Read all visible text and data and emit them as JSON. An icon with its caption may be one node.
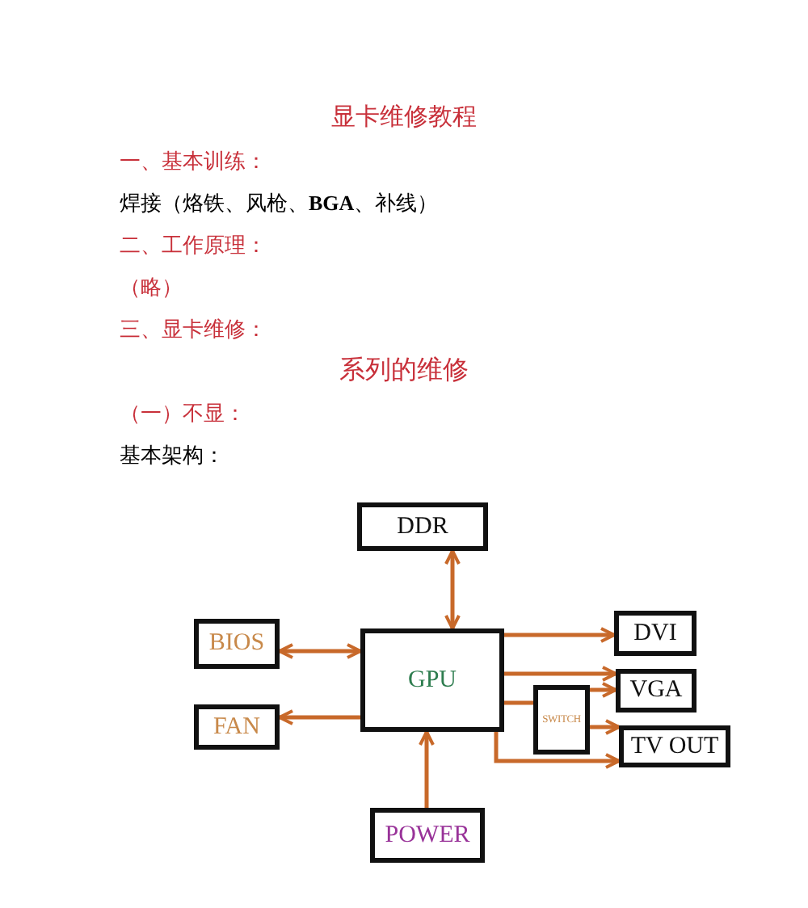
{
  "diagram": {
    "title": "显卡维修教程",
    "nodes": [
      {
        "text": [
          "DDR"
        ]
      },
      {
        "text": [
          "BIOS"
        ]
      },
      {
        "text": [
          "GPU"
        ]
      },
      {
        "text": [
          "DVI"
        ]
      },
      {
        "text": [
          "VGA"
        ]
      },
      {
        "text": [
          "FAN"
        ]
      },
      {
        "text": [
          "SWITCH"
        ]
      },
      {
        "text": [
          "TV OUT"
        ]
      },
      {
        "text": [
          "POWER"
        ]
      }
    ],
    "edges": [
      {
        "from": 0,
        "to": 2,
        "arrow": "both"
      },
      {
        "from": 1,
        "to": 2,
        "arrow": "both"
      },
      {
        "from": 2,
        "to": 5,
        "arrow": "to"
      },
      {
        "from": 8,
        "to": 2,
        "arrow": "to"
      },
      {
        "from": 2,
        "to": 3,
        "arrow": "to"
      },
      {
        "from": 2,
        "to": 4,
        "arrow": "to"
      },
      {
        "from": 2,
        "to": 6,
        "arrow": "none"
      },
      {
        "from": 6,
        "to": 4,
        "arrow": "to"
      },
      {
        "from": 6,
        "to": 7,
        "arrow": "to"
      },
      {
        "from": 2,
        "to": 7,
        "arrow": "to"
      }
    ],
    "labels": [
      "一、基本训练：",
      "焊接（烙铁、风枪、**BGA**、补线）",
      "二、工作原理：",
      "（略）",
      "三、显卡维修：",
      "系列的维修",
      "（一）不显：",
      "基本架构："
    ]
  }
}
